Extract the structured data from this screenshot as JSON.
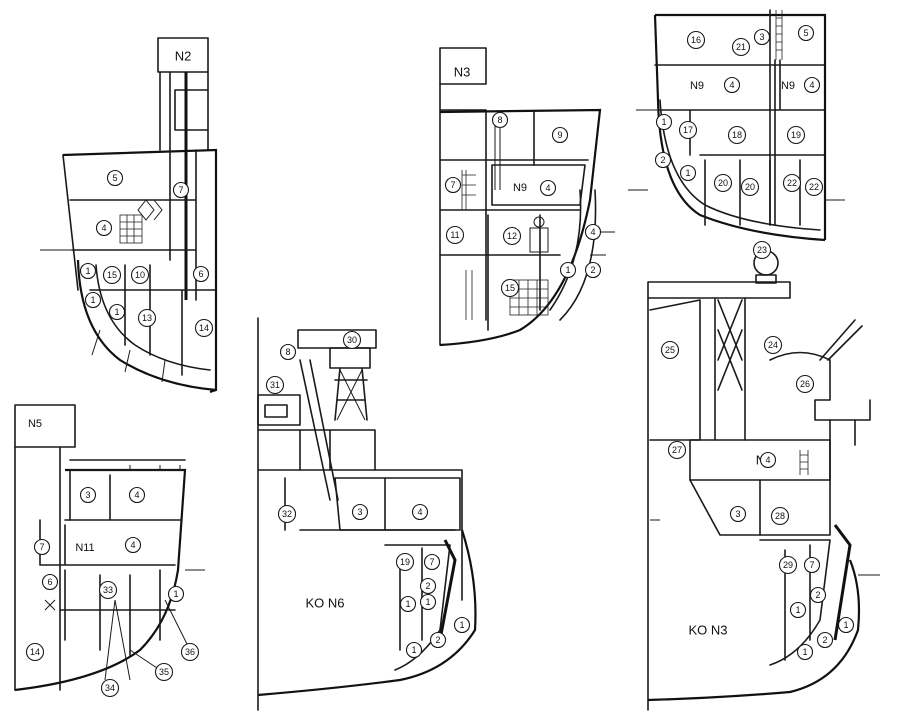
{
  "panels": {
    "p1": {
      "label": "N2",
      "items": [
        "5",
        "7",
        "4",
        "1",
        "15",
        "10",
        "6",
        "1",
        "1",
        "13",
        "14"
      ]
    },
    "p2": {
      "label": "N3",
      "items": [
        "8",
        "9",
        "7",
        "N9",
        "4",
        "11",
        "12",
        "4",
        "1",
        "2",
        "15"
      ]
    },
    "p3": {
      "room_a": "N9",
      "room_b": "N9",
      "items": [
        "16",
        "21",
        "3",
        "5",
        "4",
        "4",
        "1",
        "17",
        "18",
        "19",
        "2",
        "1",
        "20",
        "20",
        "22",
        "22"
      ]
    },
    "p4": {
      "label": "N5",
      "room": "N11",
      "items": [
        "3",
        "4",
        "7",
        "4",
        "6",
        "33",
        "1",
        "14",
        "34",
        "35",
        "36"
      ]
    },
    "p5": {
      "room": "KO N6",
      "items": [
        "8",
        "30",
        "31",
        "32",
        "3",
        "4",
        "19",
        "7",
        "2",
        "1",
        "1",
        "2",
        "1",
        "1"
      ]
    },
    "p6": {
      "room_a": "N1",
      "room_b": "KO N3",
      "items": [
        "23",
        "25",
        "24",
        "26",
        "27",
        "4",
        "3",
        "28",
        "29",
        "7",
        "2",
        "1",
        "1",
        "2",
        "1",
        "1"
      ]
    }
  }
}
